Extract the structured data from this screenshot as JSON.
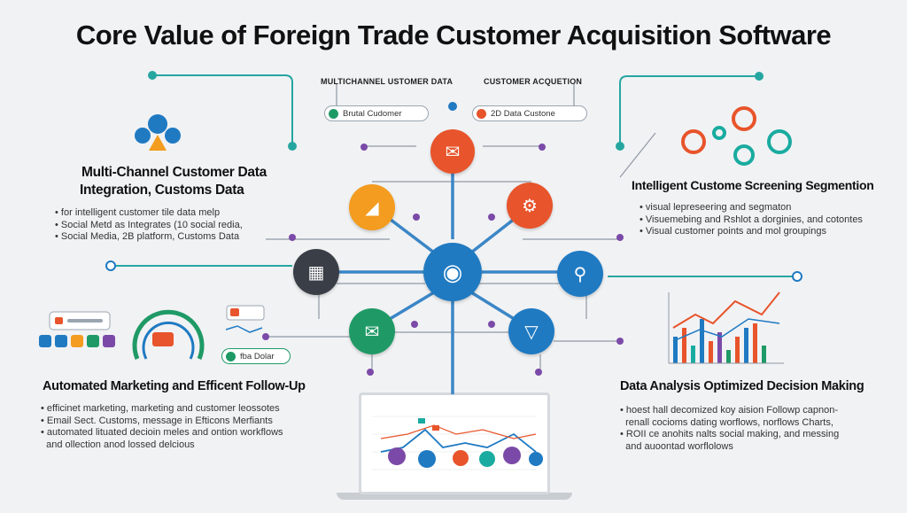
{
  "title": "Core Value of Foreign Trade Customer Acquisition Software",
  "top_labels": {
    "left": "MULTICHANNEL USTOMER DATA",
    "right": "CUSTOMER ACQUETION"
  },
  "pills": {
    "left": "Brutal Cudomer",
    "right": "2D Data Custone"
  },
  "sections": {
    "top_left": {
      "heading_line1": "Multi-Channel Customer Data",
      "heading_line2": "Integration, Customs Data",
      "bullets": [
        "for intelligent customer tile data melp",
        "Social Metd as Integrates (10 social redia,",
        "Social Media, 2B platform, Customs Data"
      ]
    },
    "top_right": {
      "heading": "Intelligent Custome Screening Segmention",
      "bullets": [
        "visual lepreseering and segmaton",
        "Visuemebing and Rshlot a dorginies, and cotontes",
        "Visual customer points and mol groupings"
      ]
    },
    "bottom_left": {
      "heading": "Automated Marketing and Efficent Follow-Up",
      "tag": "fba Dolar",
      "bullets": [
        "efficinet marketing, marketing and customer leossotes",
        "Email Sect. Customs, message in Efticons Merfiants",
        "automated lituated decioin meles and ontion workflows",
        "and ollection anod lossed delcious"
      ]
    },
    "bottom_right": {
      "heading": "Data Analysis Optimized Decision Making",
      "bullets": [
        "hoest hall decomized koy aision Followp capnon-",
        "renall cocioms dating worflows, norflows Charts,",
        "ROII ce anohits nalts social making, and messing",
        "and auoontad worflolows"
      ]
    }
  },
  "colors": {
    "center": "#1f7ac2",
    "top": "#e8542b",
    "upper_left": "#f39c1f",
    "upper_right": "#e8542b",
    "left": "#3a3f47",
    "right": "#1f7ac2",
    "lower_left": "#1f9a66",
    "lower_right": "#1f7ac2",
    "teal": "#1aaba0",
    "connector": "#26a6a0",
    "spoke": "#3b86c6"
  },
  "icons": {
    "center": "user-icon",
    "top": "envelope-icon",
    "upper_left": "triangle-icon",
    "upper_right": "gear-icon",
    "left": "dashboard-icon",
    "right": "search-icon",
    "lower_left": "mail-icon",
    "lower_right": "funnel-icon"
  }
}
